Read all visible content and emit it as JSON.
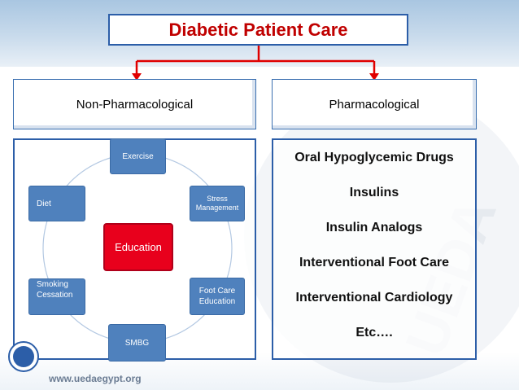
{
  "title": "Diabetic Patient Care",
  "headers": {
    "non_pharma": "Non-Pharmacological",
    "pharma": "Pharmacological"
  },
  "cycle": {
    "center": "Education",
    "nodes": {
      "exercise": "Exercise",
      "stress_1": "Stress",
      "stress_2": "Management",
      "foot_1": "Foot Care",
      "foot_2": "Education",
      "smbg": "SMBG",
      "smoking_1": "Smoking",
      "smoking_2": "Cessation",
      "diet": "Diet"
    }
  },
  "pharma_items": [
    "Oral Hypoglycemic Drugs",
    "Insulins",
    "Insulin Analogs",
    "Interventional Foot Care",
    "Interventional Cardiology",
    "Etc…."
  ],
  "footer": {
    "url": "www.uedaegypt.org"
  },
  "watermark": {
    "text": "UEDA"
  },
  "colors": {
    "title_text": "#c00000",
    "border_blue": "#2c5ea8",
    "node_blue": "#4f81bd",
    "center_red": "#e8001c",
    "connector_red": "#e00000"
  }
}
